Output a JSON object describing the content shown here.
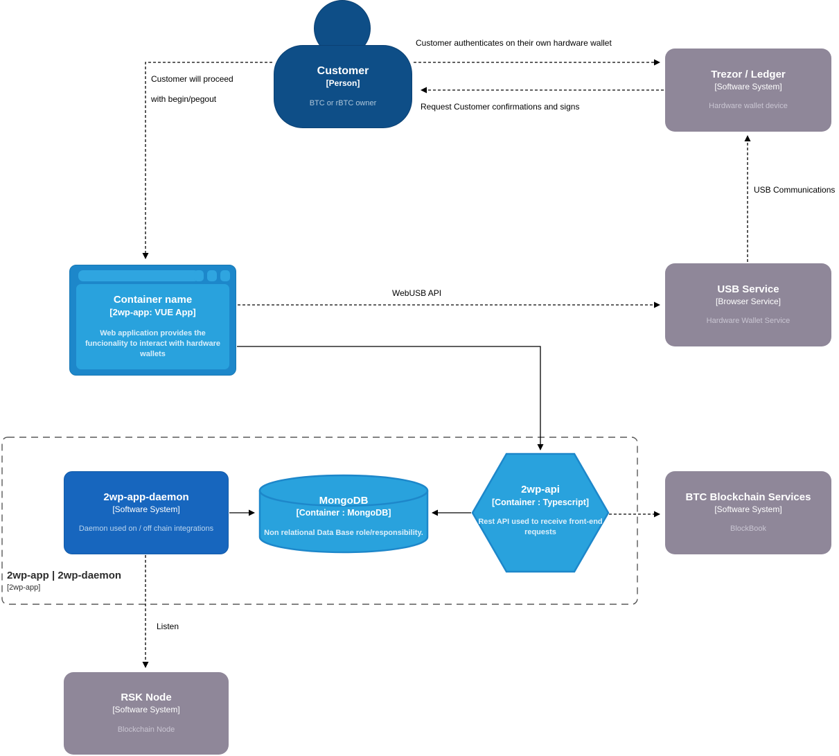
{
  "nodes": {
    "customer": {
      "title": "Customer",
      "subtitle": "[Person]",
      "description": "BTC or rBTC owner"
    },
    "trezor": {
      "title": "Trezor / Ledger",
      "subtitle": "[Software System]",
      "description": "Hardware wallet device"
    },
    "container": {
      "title": "Container name",
      "subtitle": "[2wp-app: VUE App]",
      "description": "Web application provides the funcionality to interact with hardware wallets"
    },
    "usb_service": {
      "title": "USB Service",
      "subtitle": "[Browser Service]",
      "description": "Hardware Wallet Service"
    },
    "daemon": {
      "title": "2wp-app-daemon",
      "subtitle": "[Software System]",
      "description": "Daemon used on / off chain integrations"
    },
    "mongodb": {
      "title": "MongoDB",
      "subtitle": "[Container : MongoDB]",
      "description": "Non relational Data Base role/responsibility."
    },
    "api": {
      "title": "2wp-api",
      "subtitle": "[Container : Typescript]",
      "description": "Rest API used to receive front-end requests"
    },
    "btc": {
      "title": "BTC Blockchain Services",
      "subtitle": "[Software System]",
      "description": "BlockBook"
    },
    "rsk": {
      "title": "RSK Node",
      "subtitle": "[Software System]",
      "description": "Blockchain Node"
    }
  },
  "boundary": {
    "title": "2wp-app | 2wp-daemon",
    "subtitle": "[2wp-app]"
  },
  "edges": {
    "auth": "Customer authenticates on their own hardware wallet",
    "request": "Request Customer confirmations and signs",
    "proceed_line1": "Customer will proceed",
    "proceed_line2": "with begin/pegout",
    "usb_comm": "USB Communications",
    "webusb": "WebUSB API",
    "listen": "Listen"
  },
  "colors": {
    "person_blue": "#0e4e87",
    "system_blue": "#1766be",
    "light_blue": "#29a2dd",
    "light_blue_border": "#1d87ca",
    "gray_box": "#8f8799",
    "gray_desc": "#c9c5d2",
    "background": "#ffffff",
    "edge_black": "#000000"
  }
}
